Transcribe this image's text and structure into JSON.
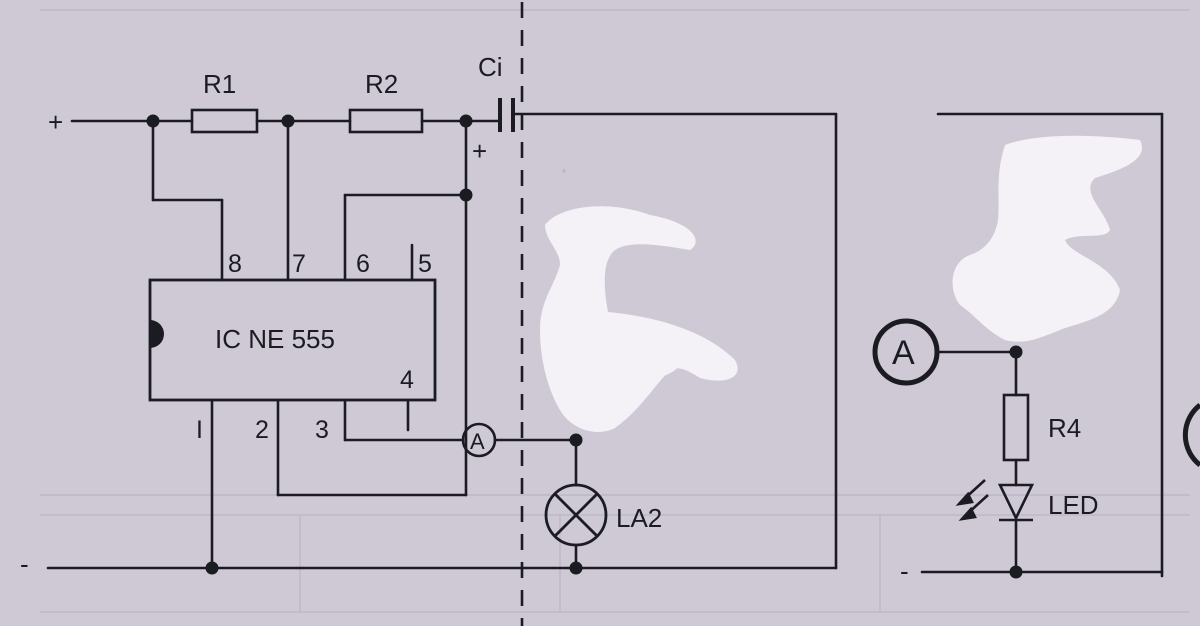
{
  "background_color": "#cfc9d6",
  "ink_color": "#1b1b22",
  "smudge_color": "#f4f2f6",
  "labels": {
    "r1": "R1",
    "r2": "R2",
    "c1": "Ci",
    "c1_polarity": "+",
    "supply_plus": "+",
    "supply_minus_left": "-",
    "supply_minus_right": "-",
    "ic": "IC NE 555",
    "pin1": "I",
    "pin2": "2",
    "pin3": "3",
    "pin4": "4",
    "pin5": "5",
    "pin6": "6",
    "pin7": "7",
    "pin8": "8",
    "ammeter_small": "A",
    "ammeter_large": "A",
    "lamp": "LA2",
    "r4": "R4",
    "led": "LED"
  },
  "icons": {
    "ic_notch": "semicircle-notch-icon",
    "lamp": "lamp-cross-circle-icon",
    "led": "led-diode-icon",
    "led_light": "light-emission-arrows-icon",
    "ammeter": "ammeter-circle-icon"
  }
}
